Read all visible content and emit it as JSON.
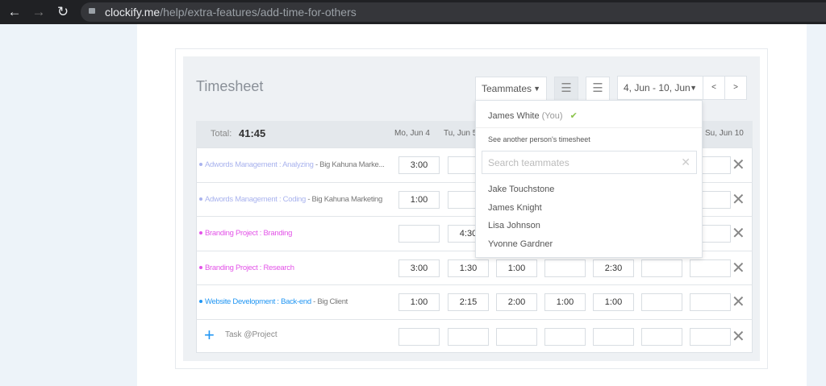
{
  "browser": {
    "url_host": "clockify.me",
    "url_path": "/help/extra-features/add-time-for-others"
  },
  "timesheet": {
    "title": "Timesheet",
    "teammates_label": "Teammates",
    "date_range": "4, Jun - 10, Jun",
    "prev": "<",
    "next": ">",
    "total_label": "Total:",
    "total_value": "41:45",
    "days": [
      "Mo, Jun 4",
      "Tu, Jun 5",
      "",
      "",
      "",
      "",
      "Su, Jun 10"
    ],
    "rows": [
      {
        "project": "Adwords Management : Analyzing",
        "client": " - Big Kahuna Marke...",
        "color": "#a9b3ee",
        "cells": [
          "3:00",
          "",
          "",
          "",
          "",
          "",
          ""
        ]
      },
      {
        "project": "Adwords Management : Coding",
        "client": " - Big Kahuna Marketing",
        "color": "#a9b3ee",
        "cells": [
          "1:00",
          "",
          "",
          "",
          "",
          "",
          ""
        ]
      },
      {
        "project": "Branding Project : Branding",
        "client": "",
        "color": "#e353e8",
        "cells": [
          "",
          "4:30",
          "",
          "",
          "",
          "",
          ""
        ]
      },
      {
        "project": "Branding Project : Research",
        "client": "",
        "color": "#e353e8",
        "cells": [
          "3:00",
          "1:30",
          "1:00",
          "",
          "2:30",
          "",
          ""
        ]
      },
      {
        "project": "Website Development : Back-end",
        "client": " - Big Client",
        "color": "#2196f3",
        "cells": [
          "1:00",
          "2:15",
          "2:00",
          "1:00",
          "1:00",
          "",
          ""
        ]
      }
    ],
    "new_row_placeholder": "Task @Project"
  },
  "dropdown": {
    "current_user": "James White",
    "you_label": "(You)",
    "section_label": "See another person's timesheet",
    "search_placeholder": "Search teammates",
    "members": [
      "Jake Touchstone",
      "James Knight",
      "Lisa Johnson",
      "Yvonne Gardner"
    ]
  }
}
